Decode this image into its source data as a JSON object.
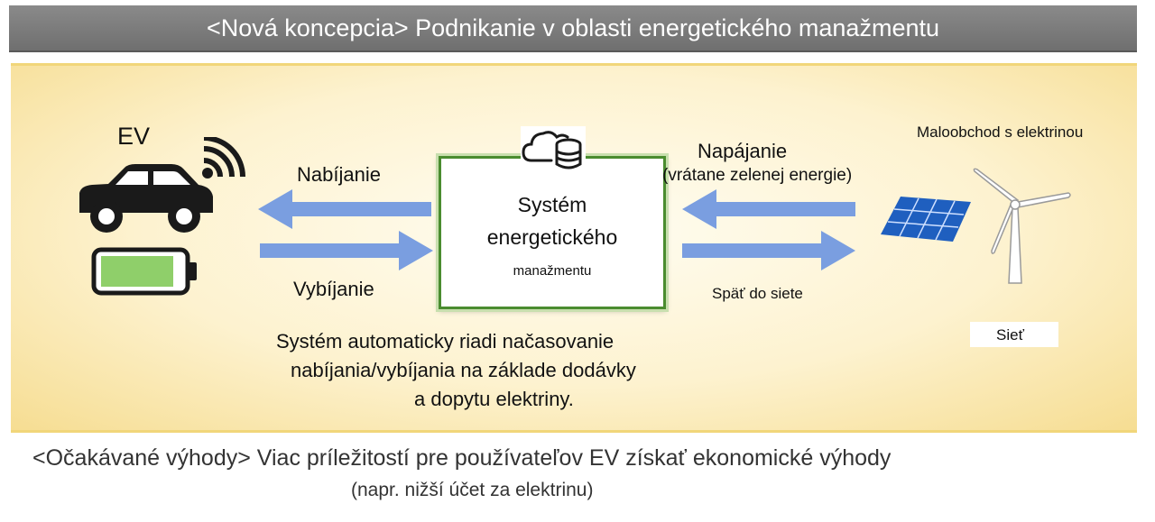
{
  "header": {
    "title": "<Nová koncepcia> Podnikanie v oblasti energetického manažmentu"
  },
  "diagram": {
    "ev_label": "EV",
    "charging_label": "Nabíjanie",
    "discharging_label": "Vybíjanie",
    "ems_line1": "Systém",
    "ems_line2": "energetického",
    "ems_line3": "manažmentu",
    "supply_label": "Napájanie",
    "supply_sub": "(vrátane zelenej energie)",
    "back_to_grid": "Späť do siete",
    "retailer": "Maloobchod s elektrinou",
    "grid": "Sieť",
    "description_line1": "Systém automaticky riadi načasovanie",
    "description_line2": "nabíjania/vybíjania na základe dodávky",
    "description_line3": "a dopytu elektriny.",
    "arrow_color": "#7a9ee0",
    "box_border_color": "#4a8c2f",
    "battery_fill_color": "#8fcf6a"
  },
  "footer": {
    "benefits_line1": "<Očakávané výhody> Viac príležitostí pre používateľov EV získať ekonomické výhody",
    "benefits_line2": "(napr. nižší účet za elektrinu)"
  }
}
